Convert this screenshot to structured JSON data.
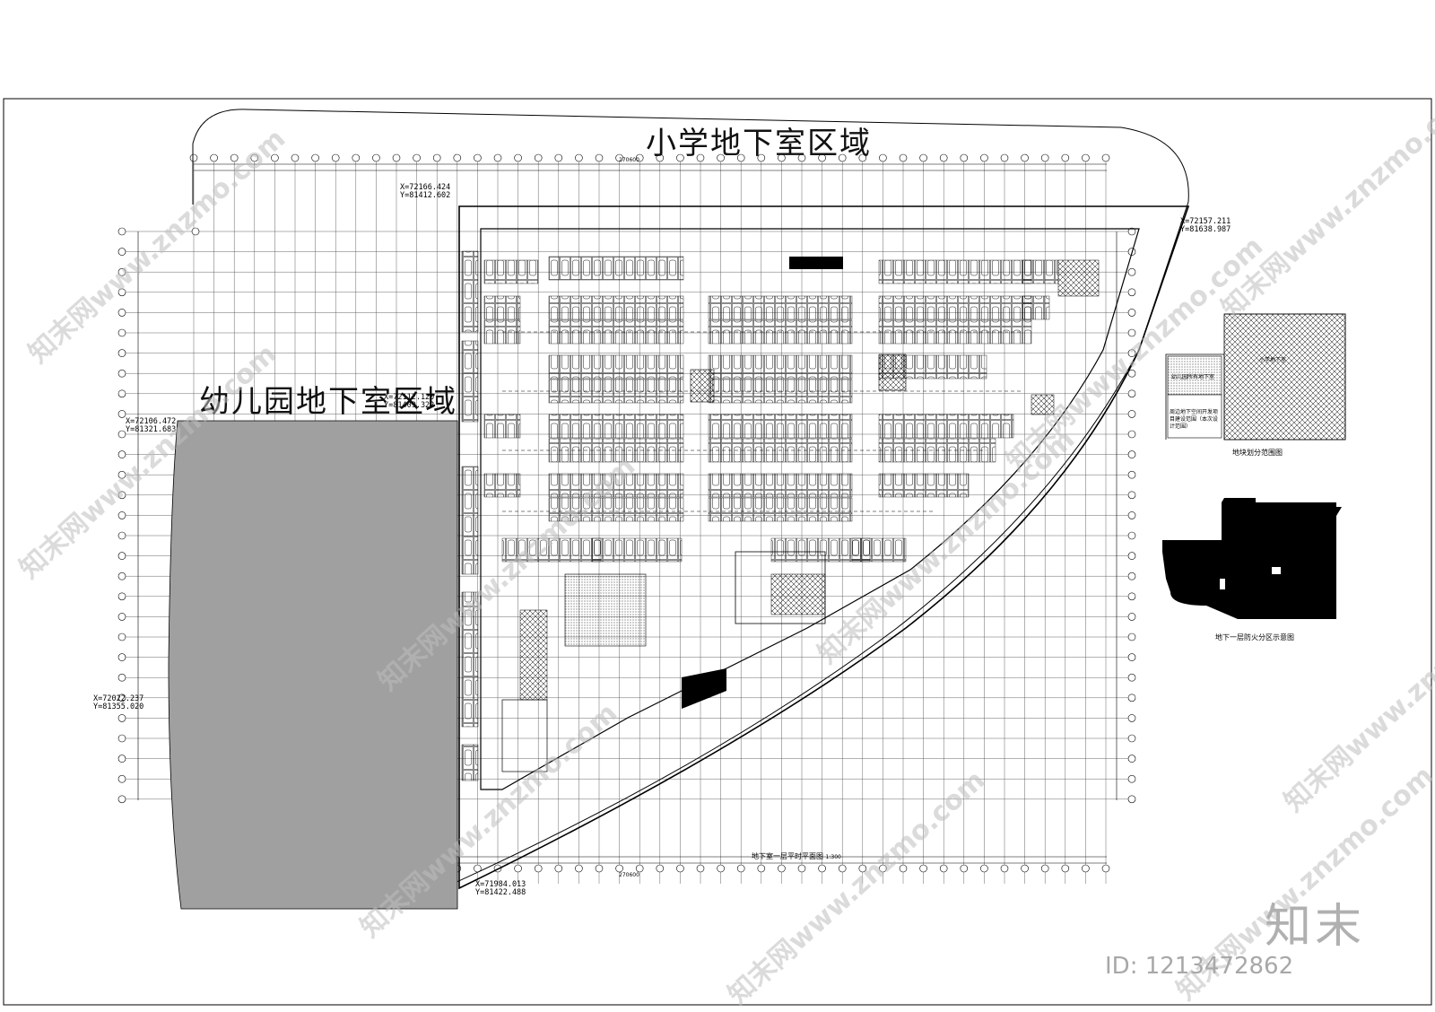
{
  "zones": {
    "primary_school": "小学地下室区域",
    "kindergarten": "幼儿园地下室区域"
  },
  "coordinates": [
    {
      "x": "X=72166.424",
      "y": "Y=81412.602"
    },
    {
      "x": "X=72157.211",
      "y": "Y=81638.987"
    },
    {
      "x": "X=72106.472",
      "y": "Y=81321.683"
    },
    {
      "x": "X=72112.120",
      "y": "Y=81409.322"
    },
    {
      "x": "X=72022.237",
      "y": "Y=81355.020"
    },
    {
      "x": "X=71984.013",
      "y": "Y=81422.488"
    }
  ],
  "overall_dimension": "270600",
  "main_title": "地下室一层平时平面图",
  "main_title_scale": "1:300",
  "inset_zoning": {
    "caption": "地块划分范围图",
    "legend": [
      "幼儿园所有地下室",
      "周边地下空间开发项目建设范围（本次设计范围）",
      "小学地下室"
    ]
  },
  "inset_fire": {
    "caption": "地下一层防火分区示意图"
  },
  "brand": {
    "logo": "知末",
    "id": "ID: 1213472862",
    "watermark": "知末网www.znzmo.com"
  },
  "colors": {
    "line": "#000000",
    "grid": "#555555",
    "shade": "#a0a0a0",
    "fill_black": "#000000"
  },
  "icons": [
    "axis-bubble-icon",
    "parking-space-icon",
    "hatch-pattern-icon"
  ]
}
